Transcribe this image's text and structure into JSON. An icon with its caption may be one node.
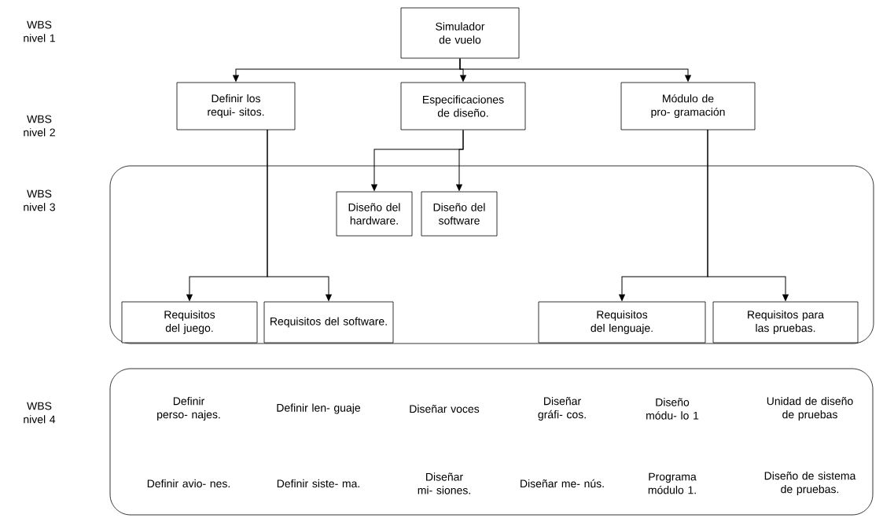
{
  "diagram": {
    "nodes": [
      {
        "text": [
          "Simulador de vuelo"
        ]
      },
      {
        "text": [
          "Definir los requi- sitos."
        ]
      },
      {
        "text": [
          "Especificaciones de diseño."
        ]
      },
      {
        "text": [
          "Módulo de pro- gramación"
        ]
      },
      {
        "text": [],
        "shape": "box"
      },
      {
        "text": [
          "Diseño del hardware."
        ],
        "in": 4
      },
      {
        "text": [
          "Diseño del software"
        ],
        "in": 4
      },
      {
        "text": [
          "Requisitos del juego."
        ],
        "in": 4
      },
      {
        "text": [
          "Requisitos del software."
        ],
        "in": 4
      },
      {
        "text": [
          "Requisitos del lenguaje."
        ],
        "in": 4
      },
      {
        "text": [
          "Requisitos para las pruebas."
        ],
        "in": 4
      },
      {
        "text": [
          "Definir perso- najes.",
          "Definir len- guaje",
          "Diseñar voces",
          "Diseñar gráfi- cos.",
          "Diseño módu- lo 1",
          "Unidad de diseño de pruebas",
          "Definir avio- nes.",
          "Definir siste- ma.",
          "Diseñar mi- siones.",
          "Diseñar me- nús.",
          "Programa módulo 1.",
          "Diseño de sistema de pruebas."
        ]
      }
    ],
    "edges": [
      {
        "from": 0,
        "to": 1,
        "arrow": "to"
      },
      {
        "from": 0,
        "to": 2,
        "arrow": "to"
      },
      {
        "from": 0,
        "to": 3,
        "arrow": "to"
      },
      {
        "from": 2,
        "to": 5,
        "arrow": "to"
      },
      {
        "from": 2,
        "to": 6,
        "arrow": "to"
      },
      {
        "from": 1,
        "to": 7,
        "arrow": "to"
      },
      {
        "from": 1,
        "to": 8,
        "arrow": "to"
      },
      {
        "from": 3,
        "to": 9,
        "arrow": "to"
      },
      {
        "from": 3,
        "to": 10,
        "arrow": "to"
      }
    ],
    "labels": [
      "WBS nivel 1",
      "WBS nivel 2",
      "WBS nivel 3",
      "WBS nivel 4"
    ]
  }
}
